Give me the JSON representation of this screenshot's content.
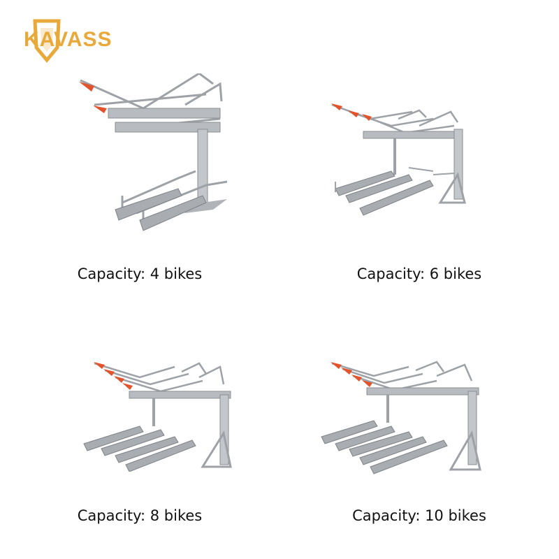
{
  "brand": {
    "name": "KAVASS",
    "color": "#E8A93A"
  },
  "colors": {
    "steel": "#B8BCC0",
    "steel_dark": "#8A8E92",
    "accent": "#E2522B"
  },
  "products": [
    {
      "caption": "Capacity: 4 bikes",
      "capacity": 4
    },
    {
      "caption": "Capacity: 6 bikes",
      "capacity": 6
    },
    {
      "caption": "Capacity: 8 bikes",
      "capacity": 8
    },
    {
      "caption": "Capacity: 10 bikes",
      "capacity": 10
    }
  ]
}
